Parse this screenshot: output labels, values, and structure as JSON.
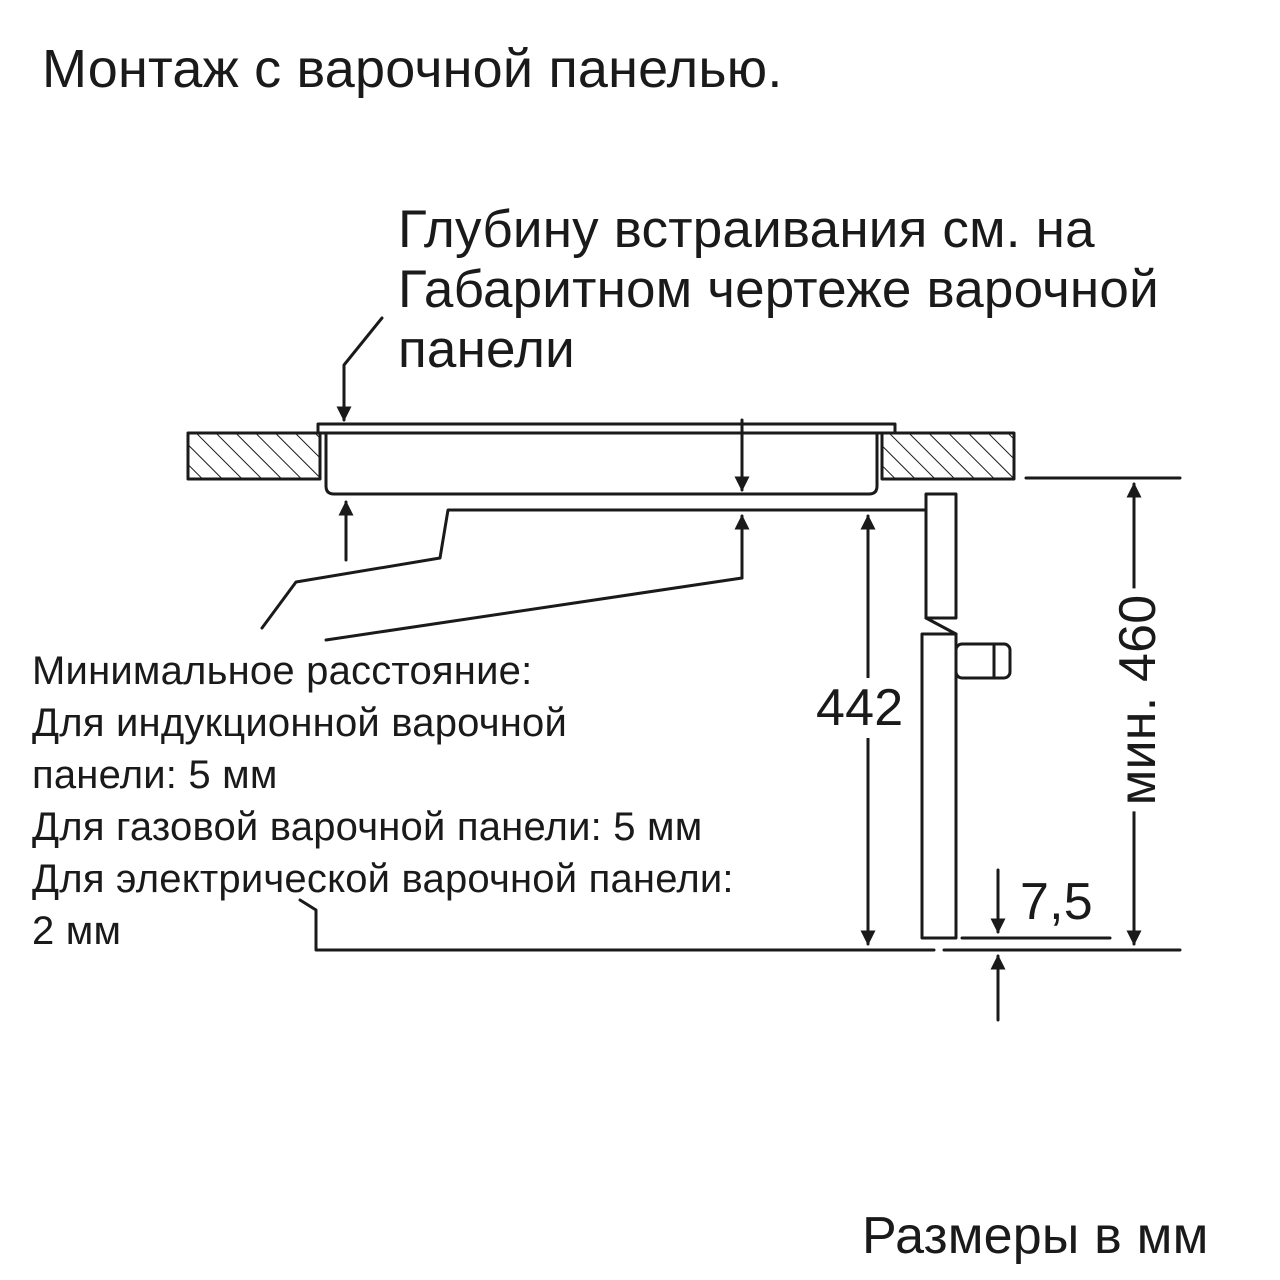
{
  "title": "Монтаж с варочной панелью.",
  "depth_note": {
    "lines": [
      "Глубину встраивания см. на",
      "Габаритном чертеже варочной",
      "панели"
    ]
  },
  "min_distance_note": {
    "lines": [
      "Минимальное расстояние:",
      "Для индукционной варочной",
      "панели: 5 мм",
      "Для газовой варочной панели: 5 мм",
      "Для электрической варочной панели:",
      "2 мм"
    ]
  },
  "dimensions": {
    "niche_height": "442",
    "min_height": "мин. 460",
    "gap": "7,5"
  },
  "units_note": "Размеры в мм"
}
